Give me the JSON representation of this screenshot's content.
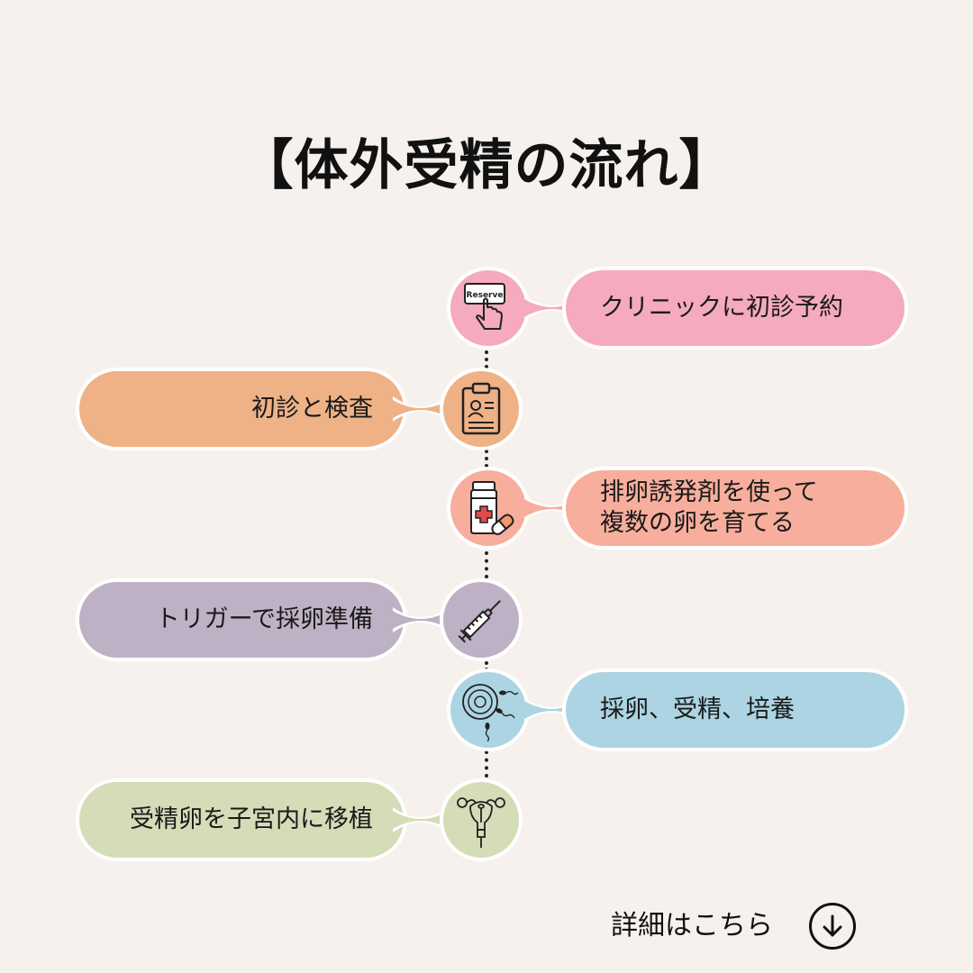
{
  "title": "【体外受精の流れ】",
  "steps": [
    {
      "label": "クリニックに初診予約",
      "icon": "reserve-click-icon",
      "icon_text": "Reserve",
      "color": "#f5aabd",
      "side": "right"
    },
    {
      "label": "初診と検査",
      "icon": "clipboard-icon",
      "color": "#eeb286",
      "side": "left"
    },
    {
      "label_lines": [
        "排卵誘発剤を使って",
        "複数の卵を育てる"
      ],
      "icon": "medicine-bottle-icon",
      "color": "#f8ae9c",
      "side": "right"
    },
    {
      "label": "トリガーで採卵準備",
      "icon": "syringe-icon",
      "color": "#bfb1c5",
      "side": "left"
    },
    {
      "label": "採卵、受精、培養",
      "icon": "egg-sperm-icon",
      "color": "#acd4e2",
      "side": "right"
    },
    {
      "label": "受精卵を子宮内に移植",
      "icon": "uterus-icon",
      "color": "#d5dcb8",
      "side": "left"
    }
  ],
  "footer": {
    "label": "詳細はこちら",
    "icon": "arrow-down-circle-icon"
  }
}
